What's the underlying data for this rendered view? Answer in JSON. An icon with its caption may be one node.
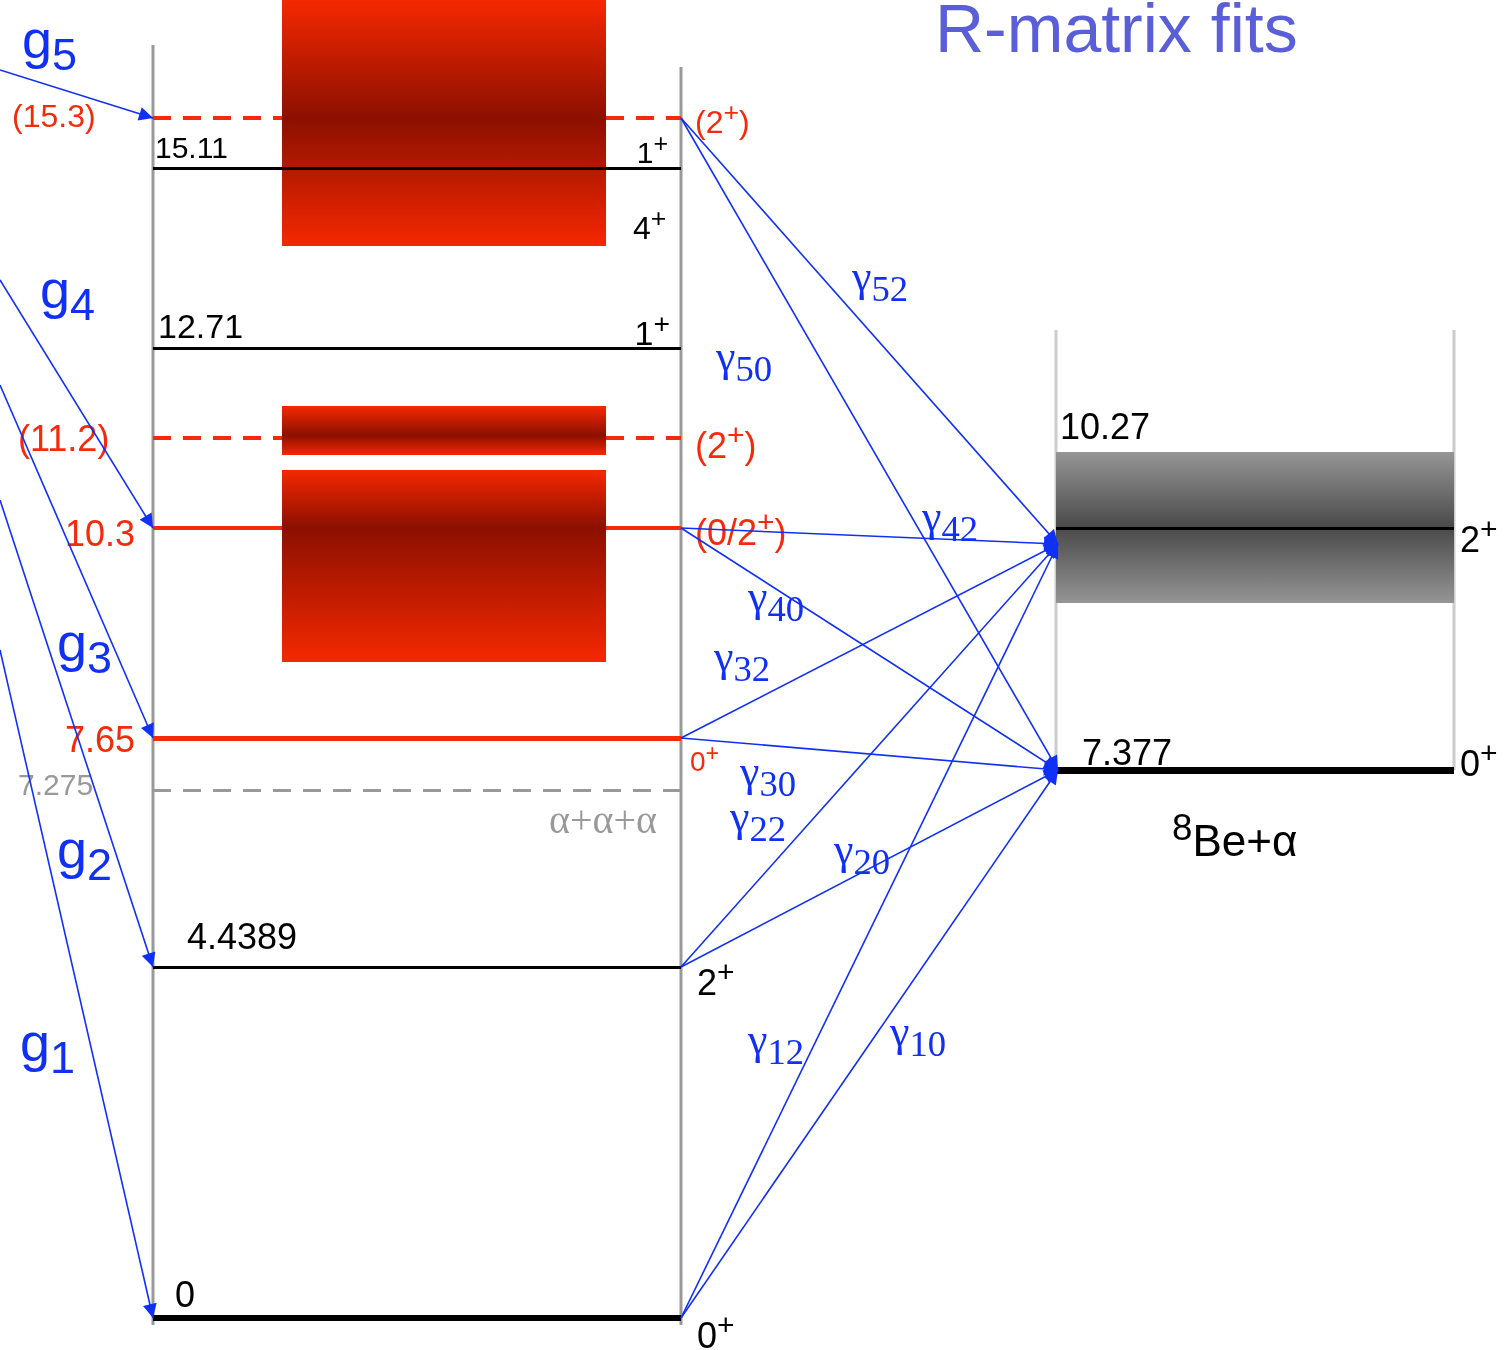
{
  "diagram": {
    "title": "R-matrix fits",
    "nodes": [
      {
        "text": [
          "(15.3)",
          "(2$^{+}$)"
        ]
      },
      {
        "text": [
          "15.11",
          "1$^{+}$"
        ]
      },
      {
        "text": [
          "12.71",
          "1$^{+}$"
        ]
      },
      {
        "text": [
          "(11.2)",
          "(2$^{+}$)"
        ]
      },
      {
        "text": [
          "10.3",
          "(0/2$^{+}$)"
        ]
      },
      {
        "text": [
          "7.65",
          "0$^{+}$"
        ]
      },
      {
        "text": [
          "7.275",
          "α+α+α"
        ]
      },
      {
        "text": [
          "4.4389",
          "2$^{+}$"
        ]
      },
      {
        "text": [
          "0",
          "0$^{+}$"
        ]
      },
      {
        "text": [
          "10.27",
          "2$^{+}$"
        ]
      },
      {
        "text": [
          "7.377",
          "0$^{+}$"
        ],
        "beside": [
          "$^{8}$Be+α"
        ]
      },
      {
        "text": [],
        "shape": "bar"
      },
      {
        "text": [],
        "shape": "bar"
      },
      {
        "text": [],
        "shape": "bar"
      },
      {
        "text": [],
        "shape": "bar"
      }
    ],
    "edges": [
      {
        "from": null,
        "to": 0,
        "arrow": "to",
        "label": "g$_{5}$"
      },
      {
        "from": null,
        "to": 4,
        "arrow": "to",
        "label": "g$_{4}$"
      },
      {
        "from": null,
        "to": 5,
        "arrow": "to",
        "label": "g$_{3}$"
      },
      {
        "from": null,
        "to": 7,
        "arrow": "to",
        "label": "g$_{2}$"
      },
      {
        "from": null,
        "to": 8,
        "arrow": "to",
        "label": "g$_{1}$"
      },
      {
        "from": 0,
        "to": 9,
        "arrow": "to",
        "label": "γ$_{52}$"
      },
      {
        "from": 0,
        "to": 10,
        "arrow": "to",
        "label": "γ$_{50}$"
      },
      {
        "from": 4,
        "to": 9,
        "arrow": "to",
        "label": "γ$_{42}$"
      },
      {
        "from": 4,
        "to": 10,
        "arrow": "to",
        "label": "γ$_{40}$"
      },
      {
        "from": 5,
        "to": 9,
        "arrow": "to",
        "label": "γ$_{32}$"
      },
      {
        "from": 5,
        "to": 10,
        "arrow": "to",
        "label": "γ$_{30}$"
      },
      {
        "from": 7,
        "to": 9,
        "arrow": "to",
        "label": "γ$_{22}$"
      },
      {
        "from": 7,
        "to": 10,
        "arrow": "to",
        "label": "γ$_{20}$"
      },
      {
        "from": 8,
        "to": 9,
        "arrow": "to",
        "label": "γ$_{12}$"
      },
      {
        "from": 8,
        "to": 10,
        "arrow": "to",
        "label": "γ$_{10}$"
      }
    ],
    "labels": [
      "4$^{+}$"
    ]
  }
}
